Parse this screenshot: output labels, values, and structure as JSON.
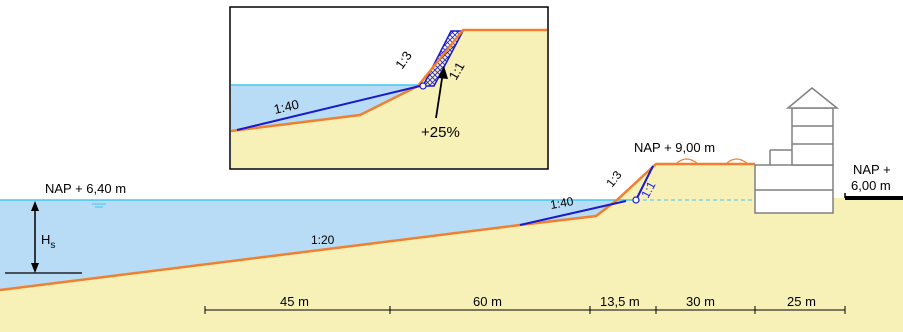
{
  "colors": {
    "water": "#b8dcf5",
    "ground": "#f7f1b8",
    "profile_line": "#f08030",
    "blue_line": "#1a1acc",
    "surface_line": "#40c8f0",
    "building": "#808080"
  },
  "labels": {
    "water_level": "NAP + 6,40 m",
    "crest": "NAP + 9,00 m",
    "hinterland_line1": "NAP +",
    "hinterland_line2": "6,00 m",
    "wave_height_main": "H",
    "wave_height_sub": "s",
    "slope_foreshore": "1:20",
    "slope_berm": "1:40",
    "slope_outer": "1:3",
    "slope_new": "1:1",
    "inset_slope_berm": "1:40",
    "inset_slope_outer": "1:3",
    "inset_slope_new": "1:1",
    "inset_increase": "+25%"
  },
  "dimensions": [
    {
      "label": "45 m"
    },
    {
      "label": "60 m"
    },
    {
      "label": "13,5 m"
    },
    {
      "label": "30 m"
    },
    {
      "label": "25 m"
    }
  ]
}
